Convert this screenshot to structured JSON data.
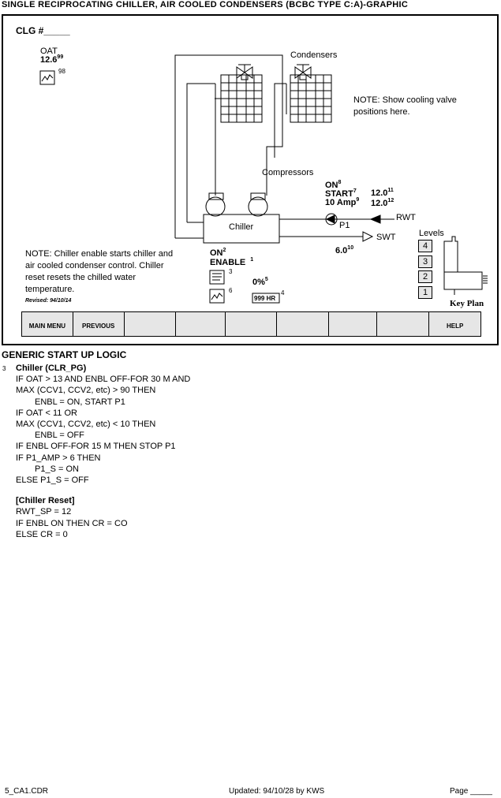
{
  "title": "SINGLE RECIPROCATING CHILLER, AIR COOLED CONDENSERS (BCBC TYPE C:A)-GRAPHIC",
  "screen": {
    "clg": "CLG #_____",
    "oat_label": "OAT",
    "oat_value": "12.6",
    "oat_ref": "99",
    "oat_trend_ref": "98",
    "condensers_label": "Condensers",
    "compressors_label": "Compressors",
    "chiller_label": "Chiller",
    "valve_note": "NOTE: Show cooling valve positions here.",
    "pump": {
      "status": "ON",
      "status_ref": "8",
      "command": "START",
      "command_ref": "7",
      "amps": "10 Amp",
      "amps_ref": "9",
      "label": "P1"
    },
    "rwt": {
      "value": "12.0",
      "ref": "11",
      "label": "RWT"
    },
    "rwt_sp": {
      "value": "12.0",
      "ref": "12"
    },
    "swt": {
      "value": "6.0",
      "ref": "10",
      "label": "SWT"
    },
    "chiller": {
      "status": "ON",
      "status_ref": "2",
      "enable": "ENABLE",
      "enable_ref": "1",
      "doc_ref": "3",
      "trend_ref": "6",
      "load": "0%",
      "load_ref": "5",
      "hours": "999 HR",
      "hours_ref": "4"
    },
    "chiller_note": "NOTE: Chiller enable starts chiller and air cooled condenser control. Chiller reset resets the chilled water temperature.",
    "revised": "Revised: 94/10/14",
    "levels_label": "Levels",
    "levels": [
      "4",
      "3",
      "2",
      "1"
    ],
    "key_plan": "Key Plan",
    "buttons": [
      "MAIN MENU",
      "PREVIOUS",
      "",
      "",
      "",
      "",
      "",
      "",
      "HELP"
    ]
  },
  "logic": {
    "heading": "GENERIC START UP LOGIC",
    "ref": "3",
    "chiller_heading": "Chiller (CLR_PG)",
    "chiller_lines": [
      "IF OAT > 13 AND ENBL OFF-FOR 30 M AND",
      "MAX (CCV1, CCV2, etc) > 90 THEN",
      "ENBL = ON, START P1",
      "IF OAT < 11 OR",
      "MAX (CCV1, CCV2, etc) < 10 THEN",
      "ENBL = OFF",
      "IF ENBL OFF-FOR 15 M THEN STOP P1",
      "IF P1_AMP > 6 THEN",
      "P1_S = ON",
      "ELSE P1_S = OFF"
    ],
    "reset_heading": "[Chiller Reset]",
    "reset_lines": [
      "RWT_SP = 12",
      "IF ENBL ON THEN CR = CO",
      "ELSE CR = 0"
    ]
  },
  "footer": {
    "file": "5_CA1.CDR",
    "updated": "Updated: 94/10/28 by KWS",
    "page": "Page _____"
  }
}
